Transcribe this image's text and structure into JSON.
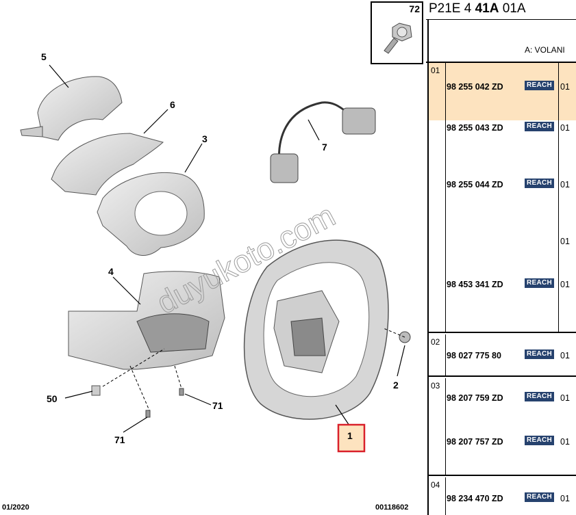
{
  "diagram": {
    "callouts": [
      {
        "id": "5",
        "label": "5"
      },
      {
        "id": "6",
        "label": "6"
      },
      {
        "id": "3",
        "label": "3"
      },
      {
        "id": "7",
        "label": "7"
      },
      {
        "id": "4",
        "label": "4"
      },
      {
        "id": "2",
        "label": "2"
      },
      {
        "id": "50",
        "label": "50"
      },
      {
        "id": "71a",
        "label": "71"
      },
      {
        "id": "71b",
        "label": "71"
      },
      {
        "id": "1",
        "label": "1"
      }
    ],
    "watermark": "duyukoto.com",
    "footer_date": "01/2020",
    "footer_ref": "00118602"
  },
  "thumbnail": {
    "label": "72"
  },
  "panel": {
    "ref_prefix": "P21E 4 ",
    "ref_bold": "41A",
    "ref_suffix": " 01A",
    "caption": "A: VOLANI",
    "groups": [
      {
        "num": "01",
        "highlight": true,
        "parts": [
          {
            "pn": "98 255 042 ZD",
            "badge": "REACH",
            "qty": "01"
          },
          {
            "pn": "98 255 043 ZD",
            "badge": "REACH",
            "qty": "01"
          },
          {
            "pn": "98 255 044 ZD",
            "badge": "REACH",
            "qty": "01"
          },
          {
            "pn": "",
            "badge": "",
            "qty": "01"
          },
          {
            "pn": "98 453 341 ZD",
            "badge": "REACH",
            "qty": "01"
          }
        ]
      },
      {
        "num": "02",
        "highlight": false,
        "parts": [
          {
            "pn": "98 027 775 80",
            "badge": "REACH",
            "qty": "01"
          }
        ]
      },
      {
        "num": "03",
        "highlight": false,
        "parts": [
          {
            "pn": "98 207 759 ZD",
            "badge": "REACH",
            "qty": "01"
          },
          {
            "pn": "98 207 757 ZD",
            "badge": "REACH",
            "qty": "01"
          }
        ]
      },
      {
        "num": "04",
        "highlight": false,
        "parts": [
          {
            "pn": "98 234 470 ZD",
            "badge": "REACH",
            "qty": "01"
          }
        ]
      }
    ],
    "accent_color": "#fde3bf",
    "badge_color": "#26426e",
    "highlight_box_color": "#d9202a"
  }
}
